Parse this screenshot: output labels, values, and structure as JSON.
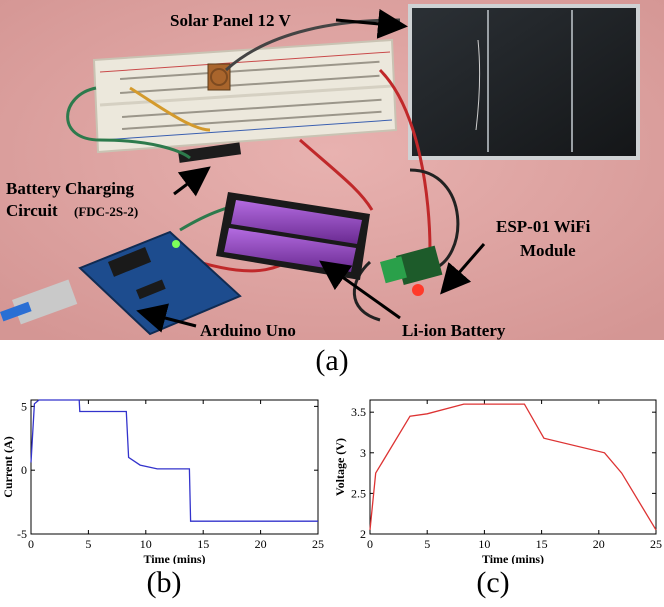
{
  "figure": {
    "labels": {
      "a": "(a)",
      "b": "(b)",
      "c": "(c)"
    }
  },
  "photo": {
    "callouts": {
      "solar_panel": "Solar Panel 12 V",
      "charging_line1": "Battery Charging",
      "charging_line2": "Circuit",
      "charging_part": "(FDC-2S-2)",
      "esp_line1": "ESP-01 WiFi",
      "esp_line2": "Module",
      "arduino": "Arduino Uno",
      "battery": "Li-ion Battery"
    },
    "colors": {
      "background": "#e3a8a6",
      "solar_panel": "#1c1f22",
      "breadboard": "#ece8dc",
      "arduino": "#1d4c8e",
      "battery": "#8a3fb8",
      "wire_green": "#2d7a4c",
      "wire_red": "#c0282a"
    }
  },
  "chart_data": [
    {
      "type": "line",
      "xlabel": "Time (mins)",
      "ylabel": "Current (A)",
      "xlim": [
        0,
        25
      ],
      "ylim": [
        -5,
        5.5
      ],
      "xticks": [
        "0",
        "5",
        "10",
        "15",
        "20",
        "25"
      ],
      "yticks": [
        "-5",
        "0",
        "5"
      ],
      "color": "#3333cc",
      "x": [
        0,
        0.3,
        0.7,
        4.2,
        4.25,
        8.3,
        8.5,
        9.5,
        11,
        13.8,
        13.9,
        25
      ],
      "y": [
        0.6,
        5.2,
        5.5,
        5.5,
        4.6,
        4.6,
        1.0,
        0.4,
        0.1,
        0.1,
        -4.0,
        -4.0
      ]
    },
    {
      "type": "line",
      "xlabel": "Time (mins)",
      "ylabel": "Voltage (V)",
      "xlim": [
        0,
        25
      ],
      "ylim": [
        2,
        3.65
      ],
      "xticks": [
        "0",
        "5",
        "10",
        "15",
        "20",
        "25"
      ],
      "yticks": [
        "2",
        "2.5",
        "3",
        "3.5"
      ],
      "color": "#dd3333",
      "x": [
        0,
        0.5,
        3.5,
        5,
        8.2,
        13.5,
        15.2,
        20.5,
        22,
        25
      ],
      "y": [
        2.05,
        2.75,
        3.45,
        3.48,
        3.6,
        3.6,
        3.18,
        3.0,
        2.75,
        2.05
      ]
    }
  ]
}
